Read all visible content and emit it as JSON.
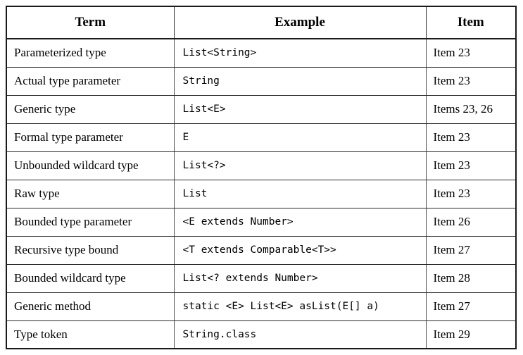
{
  "table": {
    "name": "java-generics-terminology",
    "columns": [
      "Term",
      "Example",
      "Item"
    ],
    "rows": [
      {
        "term": "Parameterized type",
        "example": "List<String>",
        "item": "Item 23"
      },
      {
        "term": "Actual type parameter",
        "example": "String",
        "item": "Item 23"
      },
      {
        "term": "Generic type",
        "example": "List<E>",
        "item": "Items 23, 26"
      },
      {
        "term": "Formal type parameter",
        "example": "E",
        "item": "Item 23"
      },
      {
        "term": "Unbounded wildcard type",
        "example": "List<?>",
        "item": "Item 23"
      },
      {
        "term": "Raw type",
        "example": "List",
        "item": "Item 23"
      },
      {
        "term": "Bounded type parameter",
        "example": "<E extends Number>",
        "item": "Item 26"
      },
      {
        "term": "Recursive type bound",
        "example": "<T extends Comparable<T>>",
        "item": "Item 27"
      },
      {
        "term": "Bounded wildcard type",
        "example": "List<? extends Number>",
        "item": "Item 28"
      },
      {
        "term": "Generic method",
        "example": "static <E> List<E> asList(E[] a)",
        "item": "Item 27"
      },
      {
        "term": "Type token",
        "example": "String.class",
        "item": "Item 29"
      }
    ]
  },
  "colors": {
    "page_background": "#ffffff",
    "text": "#000000",
    "outer_border": "#1a1a1a",
    "inner_border": "#2b2b2b",
    "vertical_rule": "#4a4a4a"
  }
}
